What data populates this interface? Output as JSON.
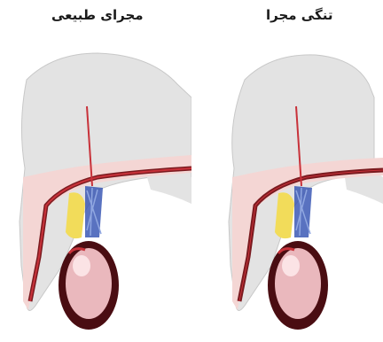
{
  "panels": [
    {
      "caption": "مجرای طبیعی",
      "urethra_state": "normal"
    },
    {
      "caption": "تنگی مجرا",
      "urethra_state": "narrowed"
    }
  ],
  "colors": {
    "background": "#ffffff",
    "body_gray": "#e3e3e3",
    "body_outline": "#c8c8c8",
    "skin_pink": "#f4d6d4",
    "urethra_dark": "#7a1a1f",
    "urethra_red": "#c8323a",
    "scrotum_dark": "#4a0d12",
    "testis_pink": "#eab8bd",
    "prostate_yellow": "#f2dc5a",
    "vessel_blue": "#2f4fb0"
  }
}
